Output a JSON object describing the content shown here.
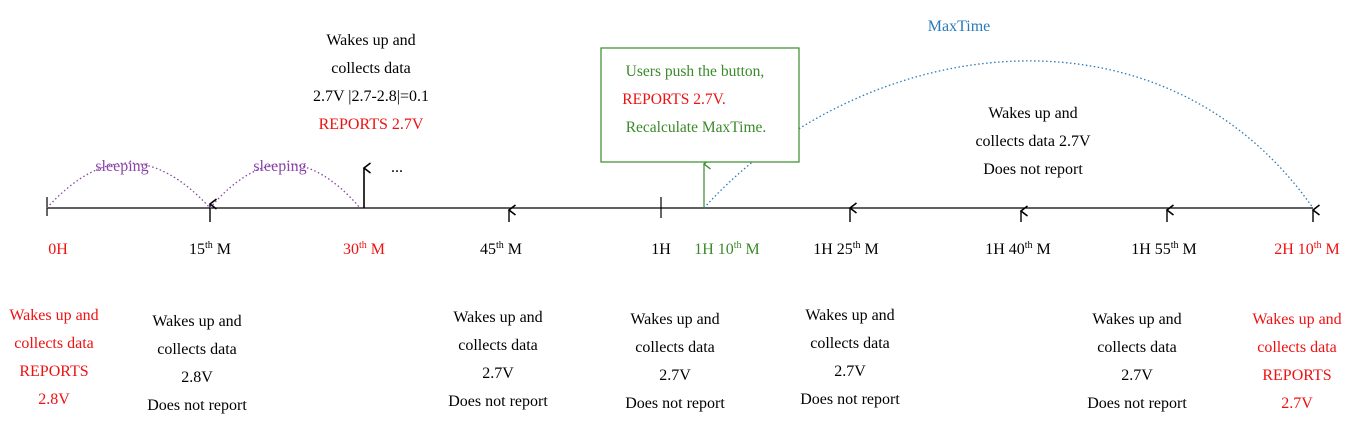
{
  "colors": {
    "black": "#000000",
    "red": "#ee1111",
    "green": "#3a8a2a",
    "purple": "#8a44aa",
    "blue": "#2a7ab8"
  },
  "arcs": {
    "sleeping_1": "sleeping",
    "sleeping_2": "sleeping",
    "maxtime": "MaxTime"
  },
  "ellipsis": "...",
  "top_30": {
    "line1": "Wakes up and",
    "line2": "collects data",
    "line3": "2.7V |2.7-2.8|=0.1",
    "line4": "REPORTS 2.7V"
  },
  "button_box": {
    "line1": "Users push the button,",
    "line2": "REPORTS 2.7V.",
    "line3": "Recalculate MaxTime."
  },
  "top_1h40": {
    "line1": "Wakes up and",
    "line2": "collects data 2.7V",
    "line3": "Does not report"
  },
  "ticks": {
    "t0": "0H",
    "t15": {
      "pre": "15",
      "sup": "th",
      "post": " M"
    },
    "t30": {
      "pre": "30",
      "sup": "th",
      "post": " M"
    },
    "t45": {
      "pre": "45",
      "sup": "th",
      "post": " M"
    },
    "t1h": "1H",
    "t1h10": {
      "pre": "1H 10",
      "sup": "th",
      "post": " M"
    },
    "t1h25": {
      "pre": "1H 25",
      "sup": "th",
      "post": " M"
    },
    "t1h40": {
      "pre": "1H 40",
      "sup": "th",
      "post": " M"
    },
    "t1h55": {
      "pre": "1H 55",
      "sup": "th",
      "post": " M"
    },
    "t2h10": {
      "pre": "2H 10",
      "sup": "th",
      "post": " M"
    }
  },
  "bottom": {
    "b0": [
      "Wakes up and",
      "collects data",
      "REPORTS",
      "2.8V"
    ],
    "b15": [
      "Wakes up and",
      "collects data",
      "2.8V",
      "Does not report"
    ],
    "b45": [
      "Wakes up and",
      "collects data",
      "2.7V",
      "Does not report"
    ],
    "b1h": [
      "Wakes up and",
      "collects data",
      "2.7V",
      "Does not report"
    ],
    "b1h25": [
      "Wakes up and",
      "collects data",
      "2.7V",
      "Does not report"
    ],
    "b1h55": [
      "Wakes up and",
      "collects data",
      "2.7V",
      "Does not report"
    ],
    "b2h10": [
      "Wakes up and",
      "collects data",
      "REPORTS",
      "2.7V"
    ]
  }
}
